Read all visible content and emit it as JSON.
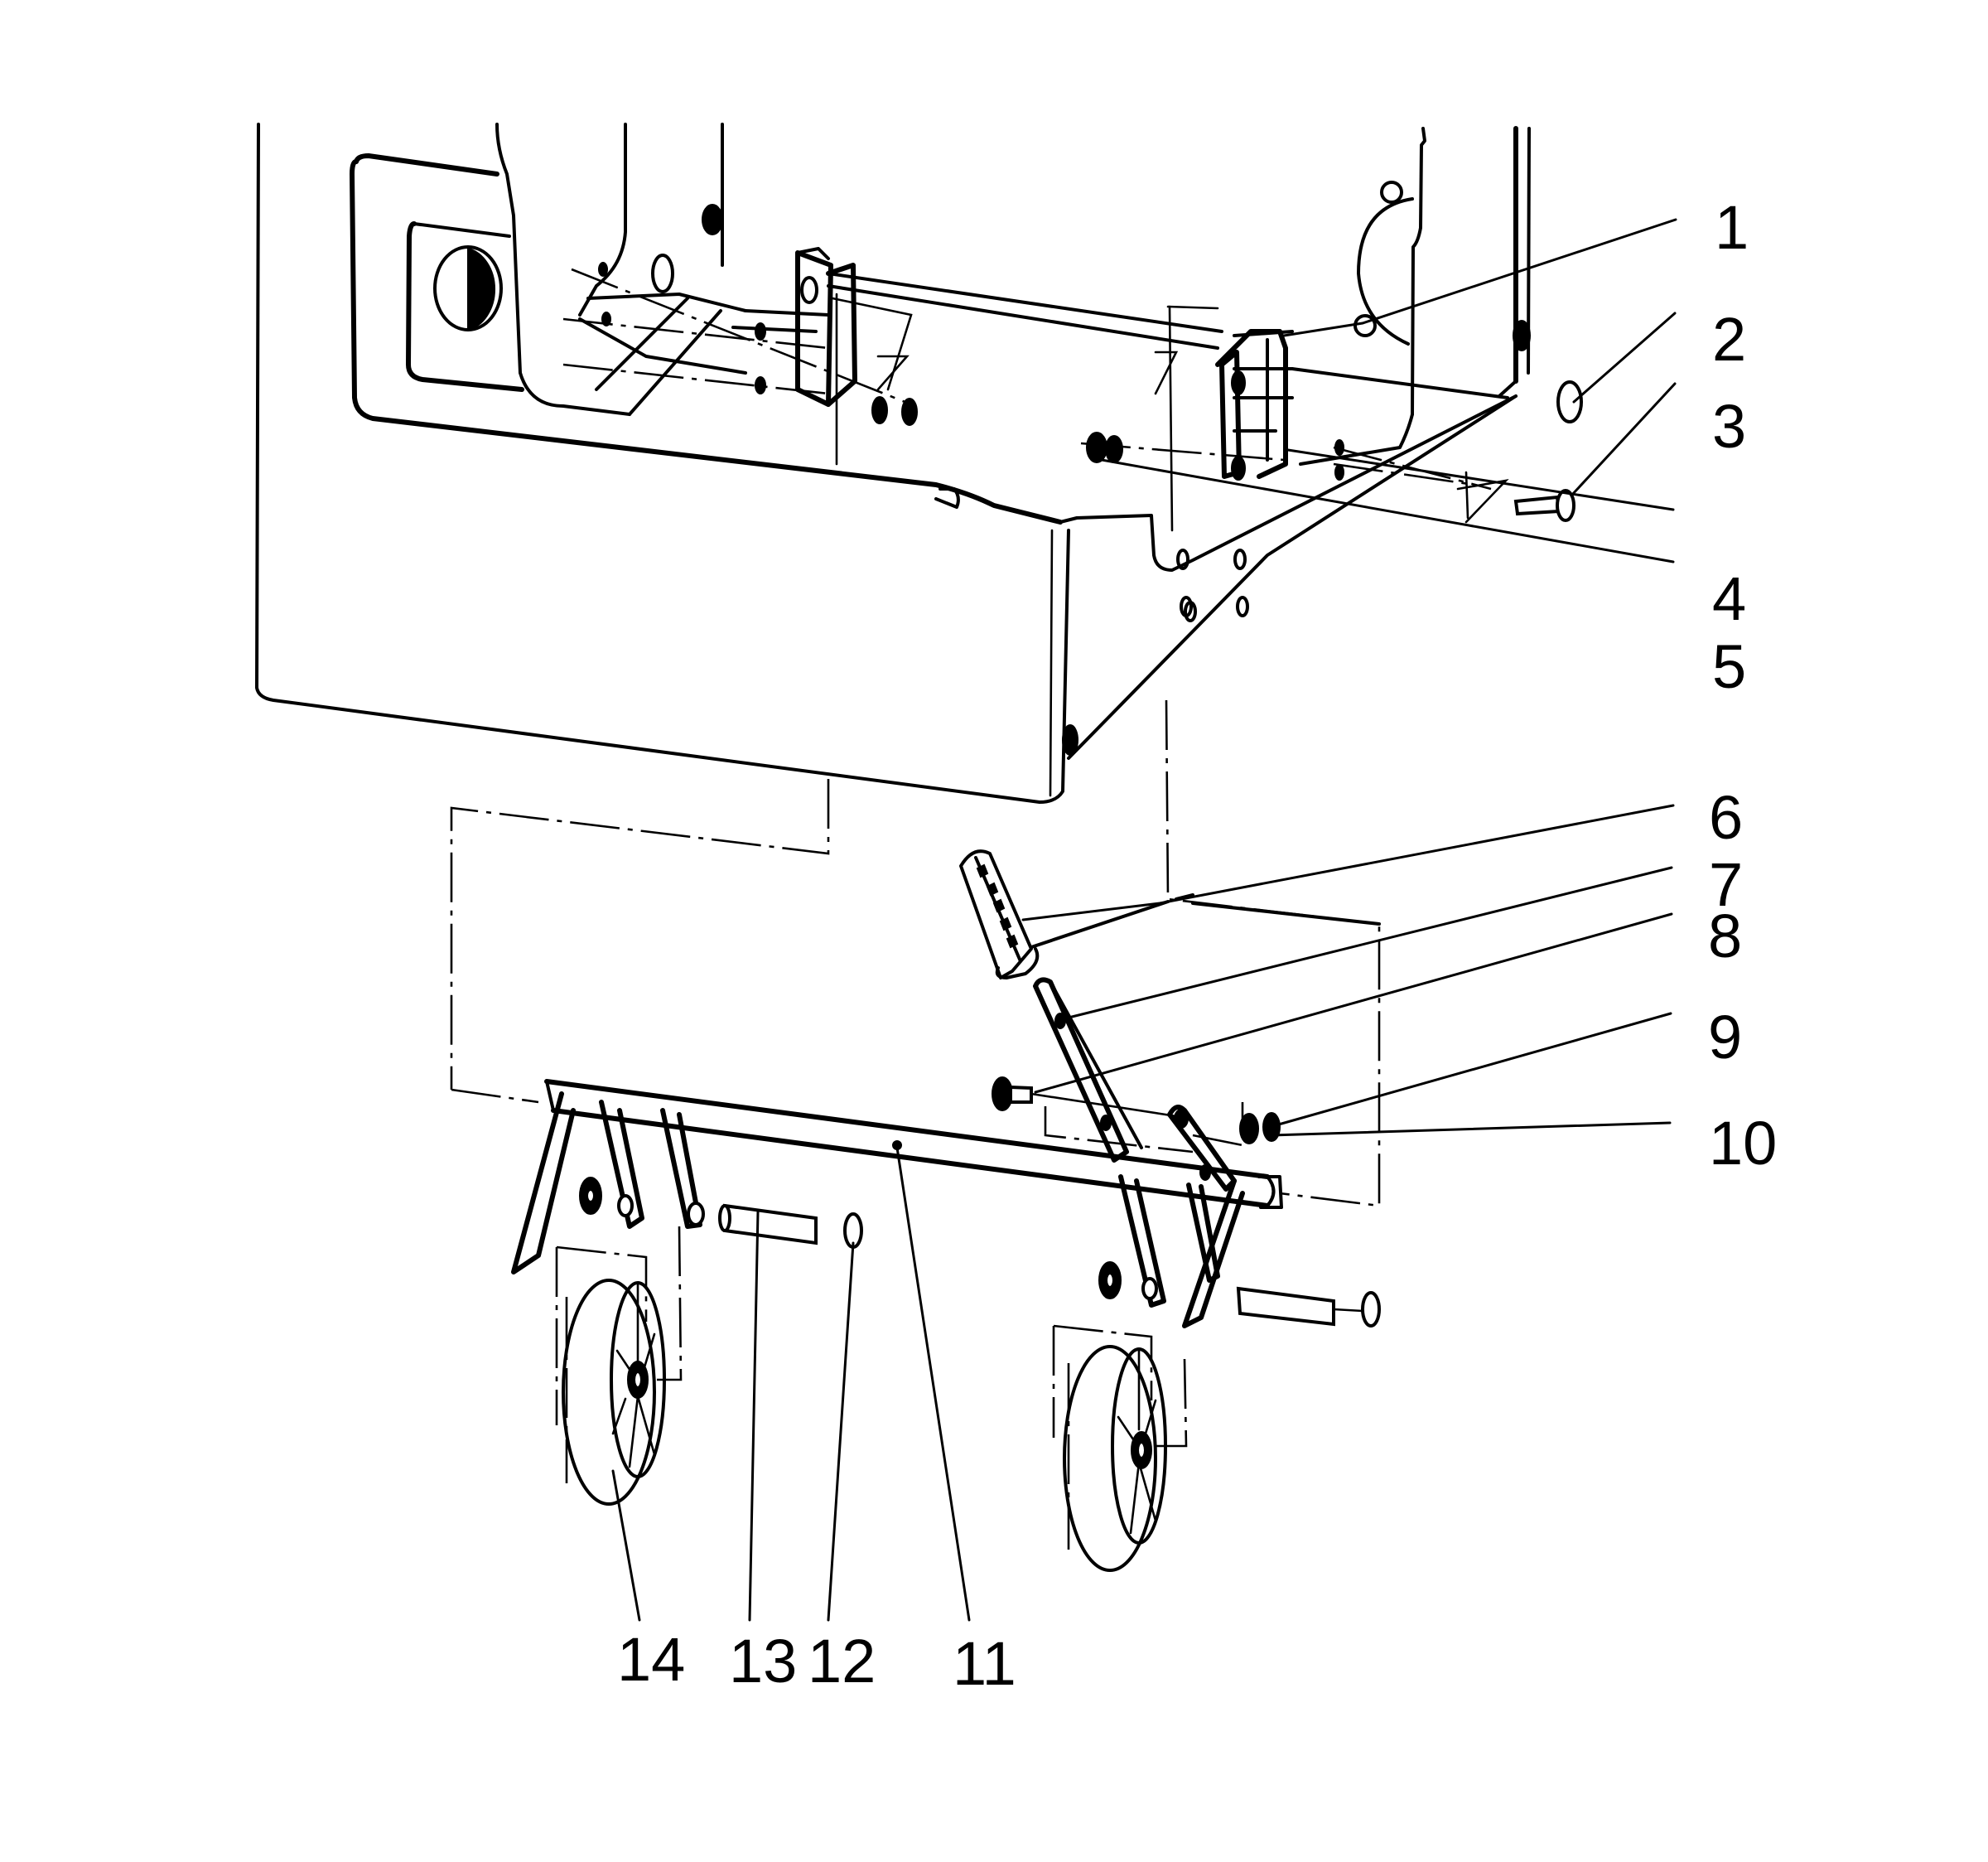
{
  "diagram": {
    "type": "exploded-parts-diagram",
    "subject": "machine base with wheel kit assembly",
    "line_color": "#000000",
    "background_color": "#ffffff",
    "callouts": [
      {
        "id": "1",
        "label": "1"
      },
      {
        "id": "2",
        "label": "2"
      },
      {
        "id": "3",
        "label": "3"
      },
      {
        "id": "4",
        "label": "4"
      },
      {
        "id": "5",
        "label": "5"
      },
      {
        "id": "6",
        "label": "6"
      },
      {
        "id": "7",
        "label": "7"
      },
      {
        "id": "8",
        "label": "8"
      },
      {
        "id": "9",
        "label": "9"
      },
      {
        "id": "10",
        "label": "10"
      },
      {
        "id": "11",
        "label": "11"
      },
      {
        "id": "12",
        "label": "12"
      },
      {
        "id": "13",
        "label": "13"
      },
      {
        "id": "14",
        "label": "14"
      }
    ]
  }
}
